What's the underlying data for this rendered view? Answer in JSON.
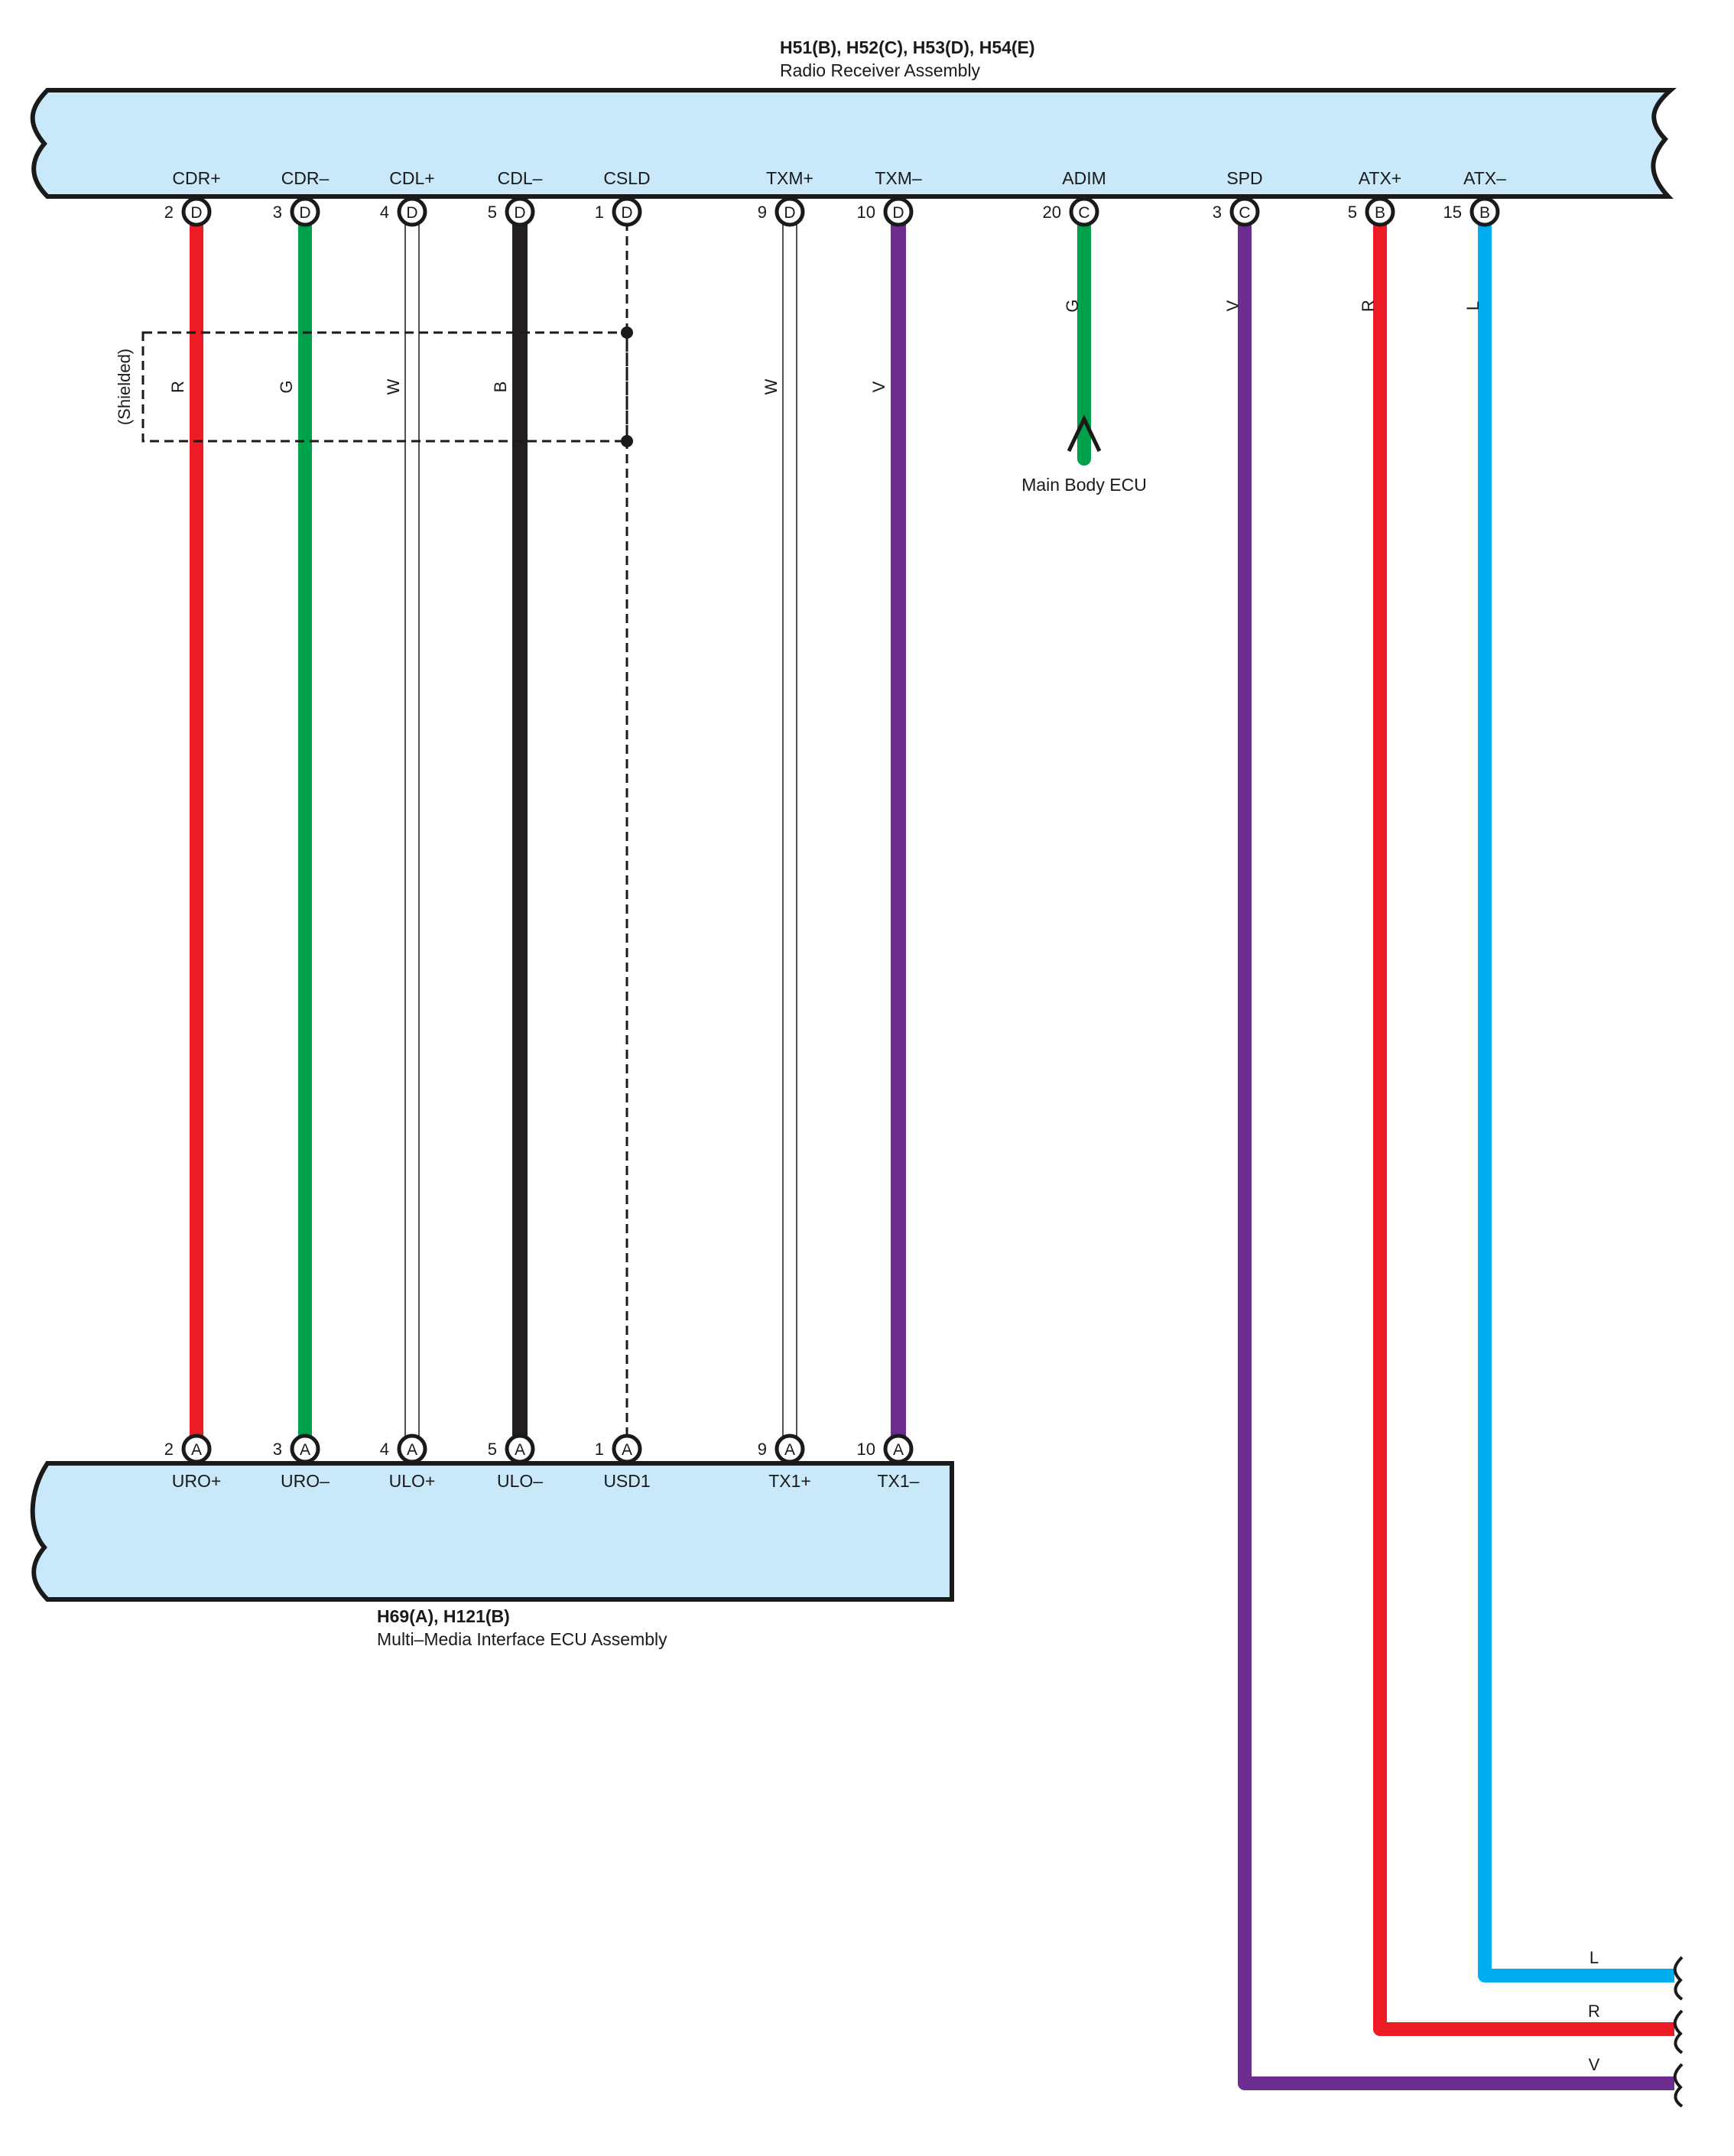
{
  "radio_receiver": {
    "connectors": "H51(B), H52(C), H53(D), H54(E)",
    "name": "Radio Receiver Assembly"
  },
  "mmi_ecu": {
    "connectors": "H69(A), H121(B)",
    "name": "Multi–Media Interface ECU Assembly"
  },
  "shielded_label": "(Shielded)",
  "colors": {
    "component_fill": "#c9e8f9",
    "R": "#ed1c24",
    "G": "#00a14b",
    "W": "#ffffff",
    "B": "#231f20",
    "V": "#6d2c90",
    "L": "#00aeef"
  },
  "wires": [
    {
      "top_signal": "CDR+",
      "top_pin": "2",
      "top_conn": "D",
      "color_code": "R",
      "bottom_pin": "2",
      "bottom_conn": "A",
      "bottom_signal": "URO+"
    },
    {
      "top_signal": "CDR–",
      "top_pin": "3",
      "top_conn": "D",
      "color_code": "G",
      "bottom_pin": "3",
      "bottom_conn": "A",
      "bottom_signal": "URO–"
    },
    {
      "top_signal": "CDL+",
      "top_pin": "4",
      "top_conn": "D",
      "color_code": "W",
      "bottom_pin": "4",
      "bottom_conn": "A",
      "bottom_signal": "ULO+"
    },
    {
      "top_signal": "CDL–",
      "top_pin": "5",
      "top_conn": "D",
      "color_code": "B",
      "bottom_pin": "5",
      "bottom_conn": "A",
      "bottom_signal": "ULO–"
    },
    {
      "top_signal": "CSLD",
      "top_pin": "1",
      "top_conn": "D",
      "color_code": "",
      "bottom_pin": "1",
      "bottom_conn": "A",
      "bottom_signal": "USD1"
    },
    {
      "top_signal": "TXM+",
      "top_pin": "9",
      "top_conn": "D",
      "color_code": "W",
      "bottom_pin": "9",
      "bottom_conn": "A",
      "bottom_signal": "TX1+"
    },
    {
      "top_signal": "TXM–",
      "top_pin": "10",
      "top_conn": "D",
      "color_code": "V",
      "bottom_pin": "10",
      "bottom_conn": "A",
      "bottom_signal": "TX1–"
    },
    {
      "top_signal": "ADIM",
      "top_pin": "20",
      "top_conn": "C",
      "color_code": "G",
      "destination": "Main Body ECU"
    },
    {
      "top_signal": "SPD",
      "top_pin": "3",
      "top_conn": "C",
      "color_code": "V",
      "continue_label": "V"
    },
    {
      "top_signal": "ATX+",
      "top_pin": "5",
      "top_conn": "B",
      "color_code": "R",
      "continue_label": "R"
    },
    {
      "top_signal": "ATX–",
      "top_pin": "15",
      "top_conn": "B",
      "color_code": "L",
      "continue_label": "L"
    }
  ]
}
